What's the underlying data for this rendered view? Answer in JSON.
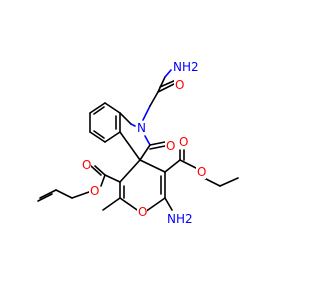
{
  "colors": {
    "bond": "#000000",
    "oxygen": "#ff0000",
    "nitrogen": "#0000ff",
    "background": "#ffffff"
  },
  "atoms": {
    "nh2_top": "NH2",
    "o_amide": "O",
    "n_indole": "N",
    "o_lactam": "O",
    "o_ester_right_carbonyl": "O",
    "o_ester_right_ether": "O",
    "o_ester_left_carbonyl": "O",
    "o_ester_left_ether": "O",
    "o_pyran": "O",
    "nh2_bottom": "NH2"
  }
}
